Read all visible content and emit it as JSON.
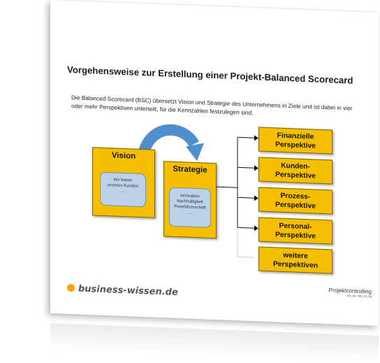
{
  "document": {
    "title": "Vorgehensweise zur Erstellung einer Projekt-Balanced Scorecard",
    "intro": "Die Balanced Scorecard (BSC) übersetzt Vision und Strategie des Unternehmens in Ziele und ist dabei in vier oder mehr Perspektiven unterteilt, für die Kennzahlen festzulegen sind."
  },
  "diagram": {
    "vision": {
      "title": "Vision",
      "lines": [
        "Wir bieten",
        "unseren Kunden",
        "...."
      ]
    },
    "strategie": {
      "title": "Strategie",
      "lines": [
        "Innovation",
        "Nachhaltigkeit",
        "Preisführerschaft",
        "...."
      ]
    },
    "perspektiven": [
      {
        "line1": "Finanzielle",
        "line2": "Perspektive"
      },
      {
        "line1": "Kunden-",
        "line2": "Perspektive"
      },
      {
        "line1": "Prozess-",
        "line2": "Perspektive"
      },
      {
        "line1": "Personal-",
        "line2": "Perspektive"
      },
      {
        "line1": "weitere",
        "line2": "Perspektiven"
      }
    ],
    "colors": {
      "box_fill": "#f5bf00",
      "inner_fill": "#bcd2e9",
      "arrow": "#4f8fcf"
    }
  },
  "footer": {
    "logo_text": "business-wissen.de",
    "label": "Projektcontrolling",
    "article": "Art.-Nr. 99 176 08"
  }
}
